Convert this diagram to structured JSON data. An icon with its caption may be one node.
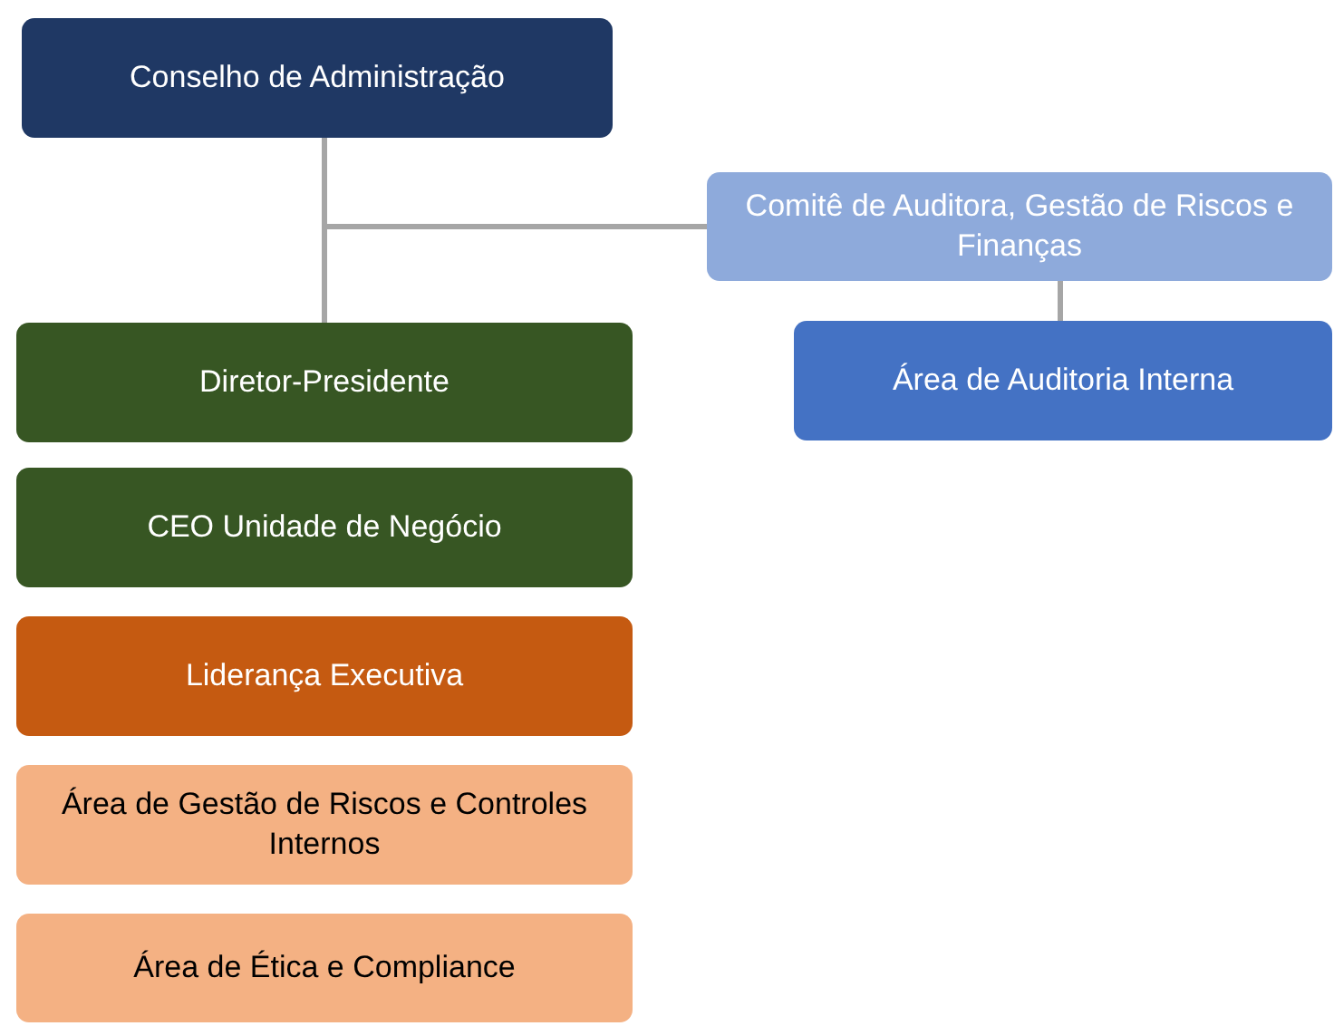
{
  "diagram": {
    "nodes": [
      {
        "text": [
          "Conselho de Administração"
        ]
      },
      {
        "text": [
          "Comitê de Auditora, Gestão de Riscos e Finanças"
        ]
      },
      {
        "text": [
          "Diretor-Presidente"
        ]
      },
      {
        "text": [
          "Área de Auditoria Interna"
        ]
      },
      {
        "text": [
          "CEO Unidade de Negócio"
        ]
      },
      {
        "text": [
          "Liderança Executiva"
        ]
      },
      {
        "text": [
          "Área de Gestão de Riscos e Controles Internos"
        ]
      },
      {
        "text": [
          "Área de Ética e Compliance"
        ]
      }
    ],
    "edges": [
      {
        "from": 0,
        "to": 2,
        "arrow": "none"
      },
      {
        "from": 0,
        "to": 1,
        "arrow": "none"
      },
      {
        "from": 1,
        "to": 3,
        "arrow": "none"
      }
    ]
  }
}
